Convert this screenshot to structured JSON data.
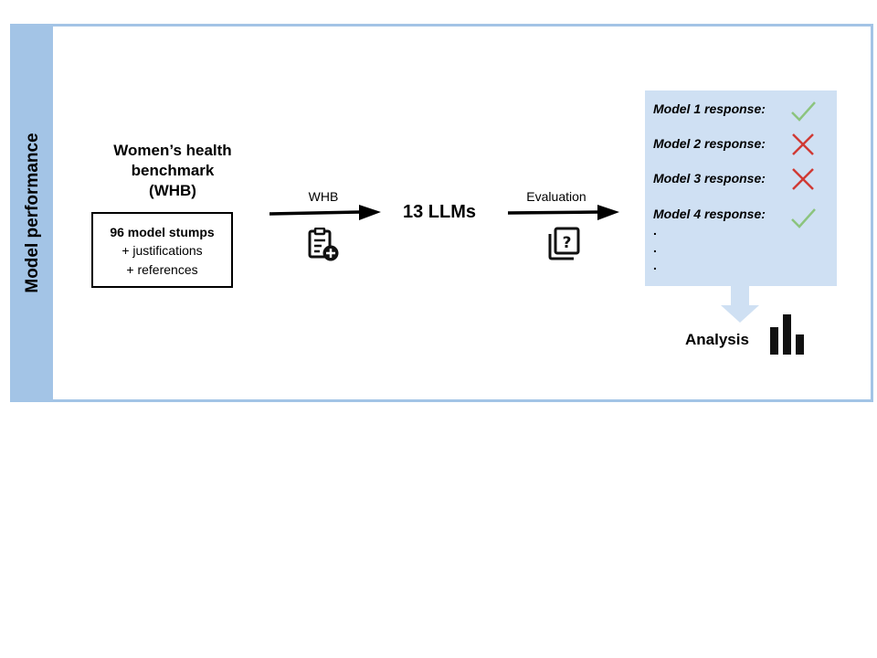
{
  "side_label": "Model performance",
  "benchmark": {
    "title": [
      "Women’s health",
      "benchmark",
      "(WHB)"
    ],
    "box_lines": [
      "96 model stumps",
      "+ justifications",
      "+ references"
    ]
  },
  "arrow1": {
    "label": "WHB",
    "icon": "clipboard-plus-icon"
  },
  "llms_label": "13 LLMs",
  "arrow2": {
    "label": "Evaluation",
    "icon": "question-cards-icon"
  },
  "responses": {
    "rows": [
      {
        "label": "Model 1 response:",
        "result": "correct"
      },
      {
        "label": "Model 2 response:",
        "result": "incorrect"
      },
      {
        "label": "Model 3 response:",
        "result": "incorrect"
      },
      {
        "label": "Model 4 response:",
        "result": "correct"
      }
    ],
    "ellipsis": [
      ".",
      ".",
      "."
    ]
  },
  "analysis": {
    "label": "Analysis",
    "icon": "bar-chart-icon"
  },
  "colors": {
    "frame": "#a3c4e6",
    "panel": "#cfe0f3",
    "check": "#8cc47e",
    "cross": "#d03a34"
  }
}
